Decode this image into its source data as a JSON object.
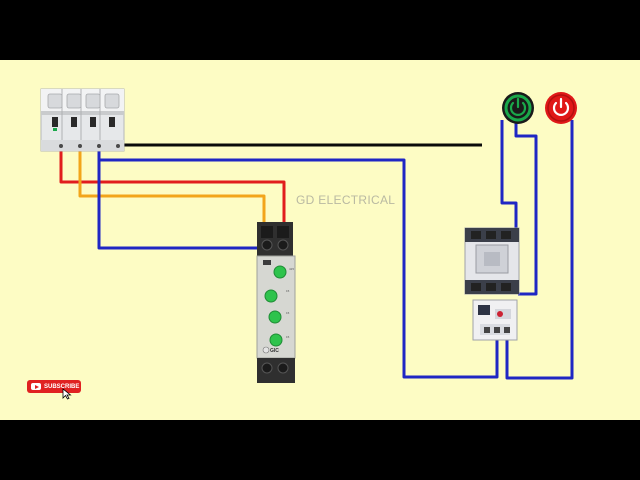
{
  "watermark": "GD ELECTRICAL",
  "subscribe": {
    "label": "SUBSCRIBE"
  },
  "relay": {
    "brand": "GIC"
  },
  "wires": {
    "colors": {
      "red": "#e11d1d",
      "yellow": "#f2a51a",
      "blue": "#1f26c4",
      "black": "#0a0a0a"
    }
  },
  "buttons": {
    "start": {
      "color": "#1aa84a",
      "ring": "#1aa84a",
      "icon": "power-icon"
    },
    "stop": {
      "color": "#e01818",
      "ring": "#e01818",
      "icon": "power-icon"
    }
  }
}
